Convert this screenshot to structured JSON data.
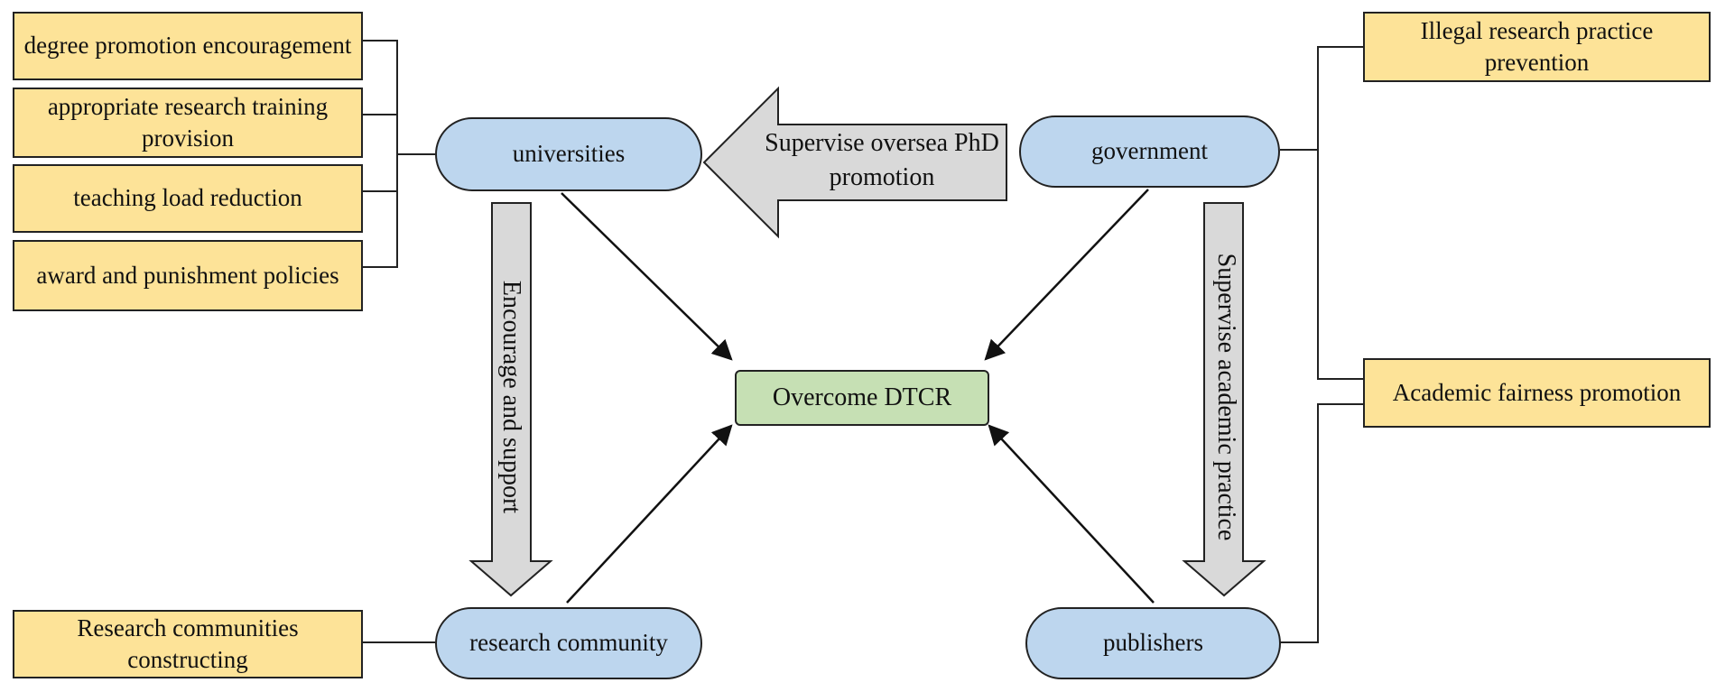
{
  "left_boxes": [
    {
      "text": "degree promotion encouragement"
    },
    {
      "text": "appropriate research training provision"
    },
    {
      "text": "teaching load reduction"
    },
    {
      "text": "award and punishment policies"
    }
  ],
  "bottom_left_box": {
    "text": "Research communities constructing"
  },
  "right_boxes": [
    {
      "text": "Illegal research practice prevention"
    },
    {
      "text": "Academic fairness promotion"
    }
  ],
  "actors": {
    "universities": "universities",
    "government": "government",
    "research_community": "research community",
    "publishers": "publishers"
  },
  "center": "Overcome DTCR",
  "block_arrows": {
    "gov_to_univ": "Supervise oversea PhD  promotion",
    "univ_to_community": "Encourage and support",
    "gov_to_publishers": "Supervise academic practice"
  },
  "colors": {
    "yellow_box": "#fde398",
    "blue_pill": "#bdd6ee",
    "green_box": "#c6e0b4",
    "block_arrow": "#d9d9d9"
  }
}
